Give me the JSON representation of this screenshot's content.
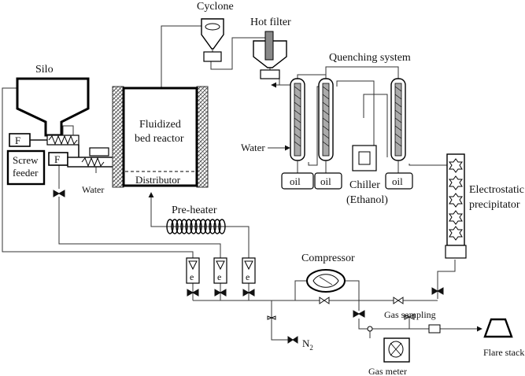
{
  "labels": {
    "cyclone": "Cyclone",
    "hot_filter": "Hot filter",
    "quenching_system": "Quenching system",
    "silo": "Silo",
    "feeder_f1": "F",
    "feeder_f2": "F",
    "screw_feeder_line1": "Screw",
    "screw_feeder_line2": "feeder",
    "water_feed": "Water",
    "reactor_line1": "Fluidized",
    "reactor_line2": "bed reactor",
    "distributor": "Distributor",
    "water_quench": "Water",
    "oil_1": "oil",
    "oil_2": "oil",
    "oil_3": "oil",
    "chiller_line1": "Chiller",
    "chiller_line2": "(Ethanol)",
    "esp_line1": "Electrostatic",
    "esp_line2": "precipitator",
    "preheater": "Pre-heater",
    "compressor": "Compressor",
    "gas_sampling": "Gas sampling",
    "nitrogen": "N",
    "nitrogen_sub": "2",
    "gas_meter": "Gas meter",
    "flare_stack": "Flare stack"
  },
  "icons": {
    "valve": "bowtie-valve-icon",
    "flowmeter": "rotameter-icon",
    "compressor": "compressor-icon"
  }
}
